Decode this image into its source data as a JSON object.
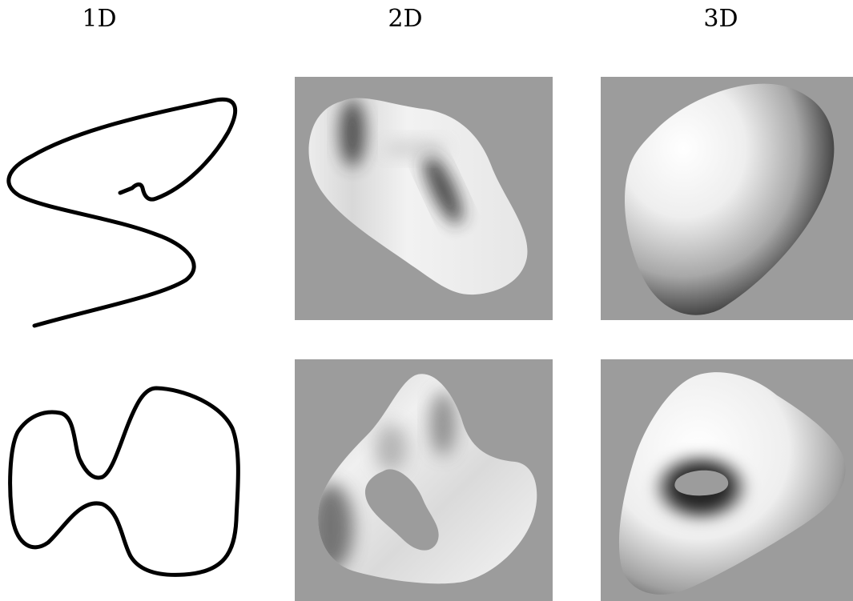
{
  "columns": {
    "col1": "1D",
    "col2": "2D",
    "col3": "3D"
  },
  "colors": {
    "panel_background": "#9c9c9c",
    "stroke": "#000000",
    "surface_light": "#ffffff",
    "surface_dark": "#1a1a1a"
  }
}
